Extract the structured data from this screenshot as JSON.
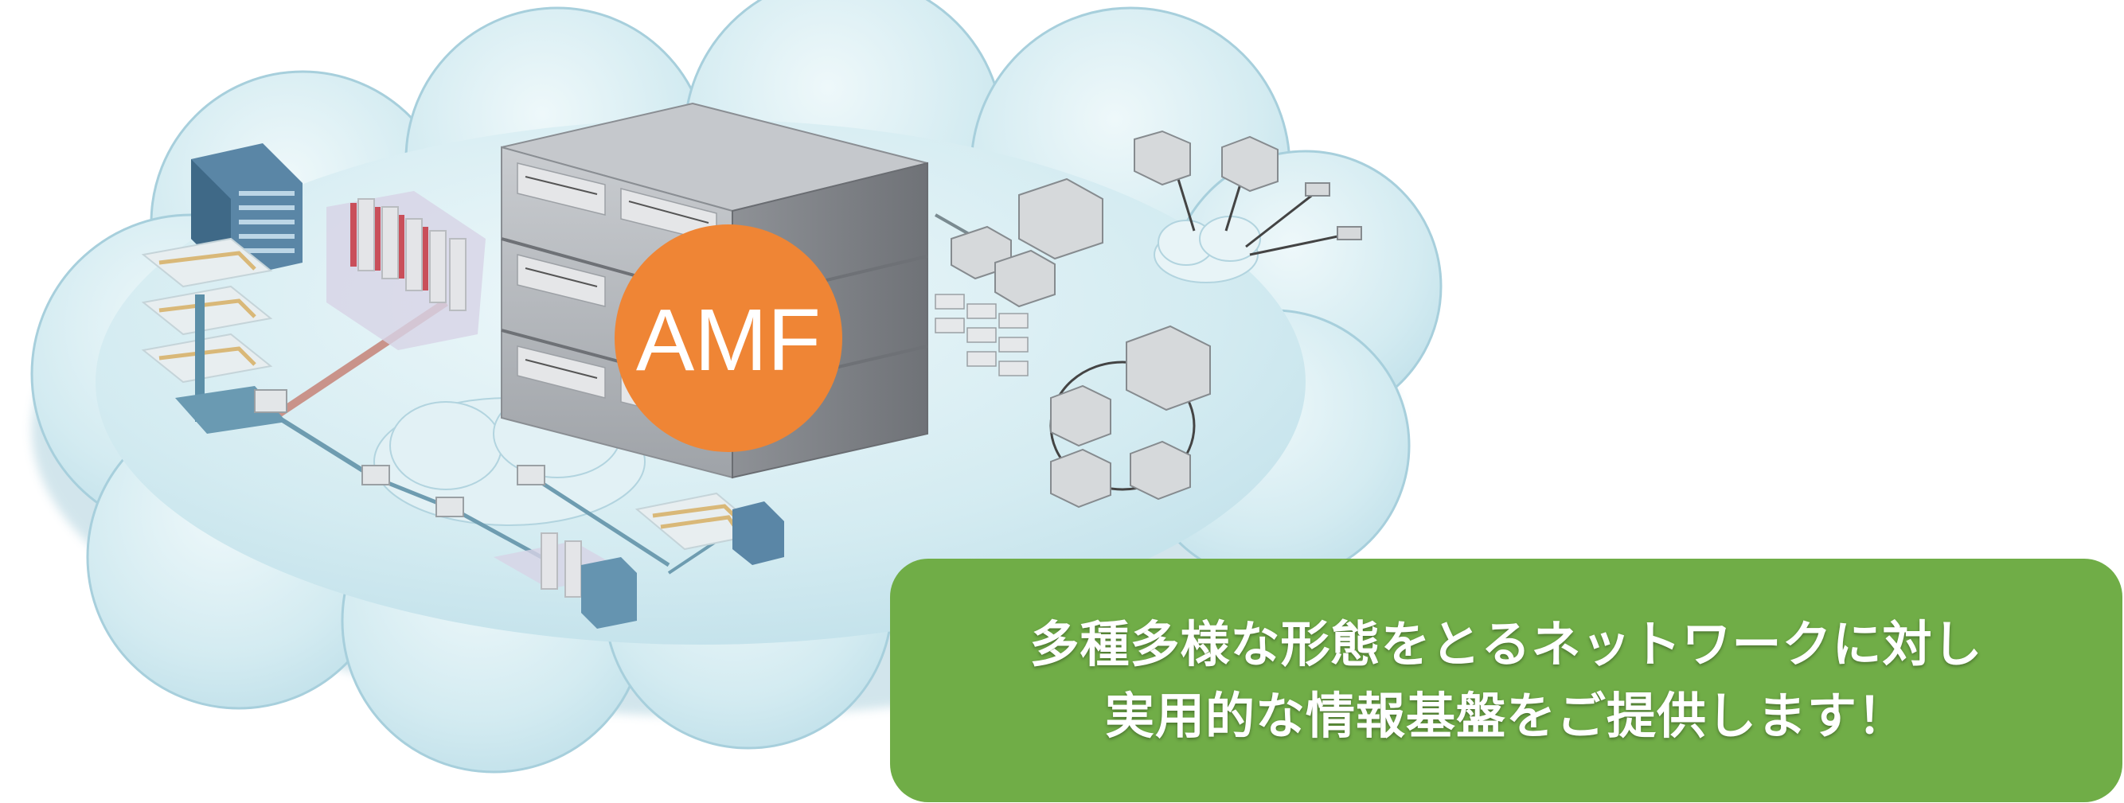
{
  "core_device": {
    "label": "AMF",
    "badge_color": "#ef8535"
  },
  "callout": {
    "line1": "多種多様な形態をとるネットワークに対し",
    "line2": "実用的な情報基盤をご提供します！",
    "background_color": "#70ad47",
    "text_color": "#ffffff"
  },
  "colors": {
    "cloud_fill_top": "#e4f2f6",
    "cloud_fill_bottom": "#bfe0ea",
    "cloud_edge": "#a7cfdc"
  }
}
